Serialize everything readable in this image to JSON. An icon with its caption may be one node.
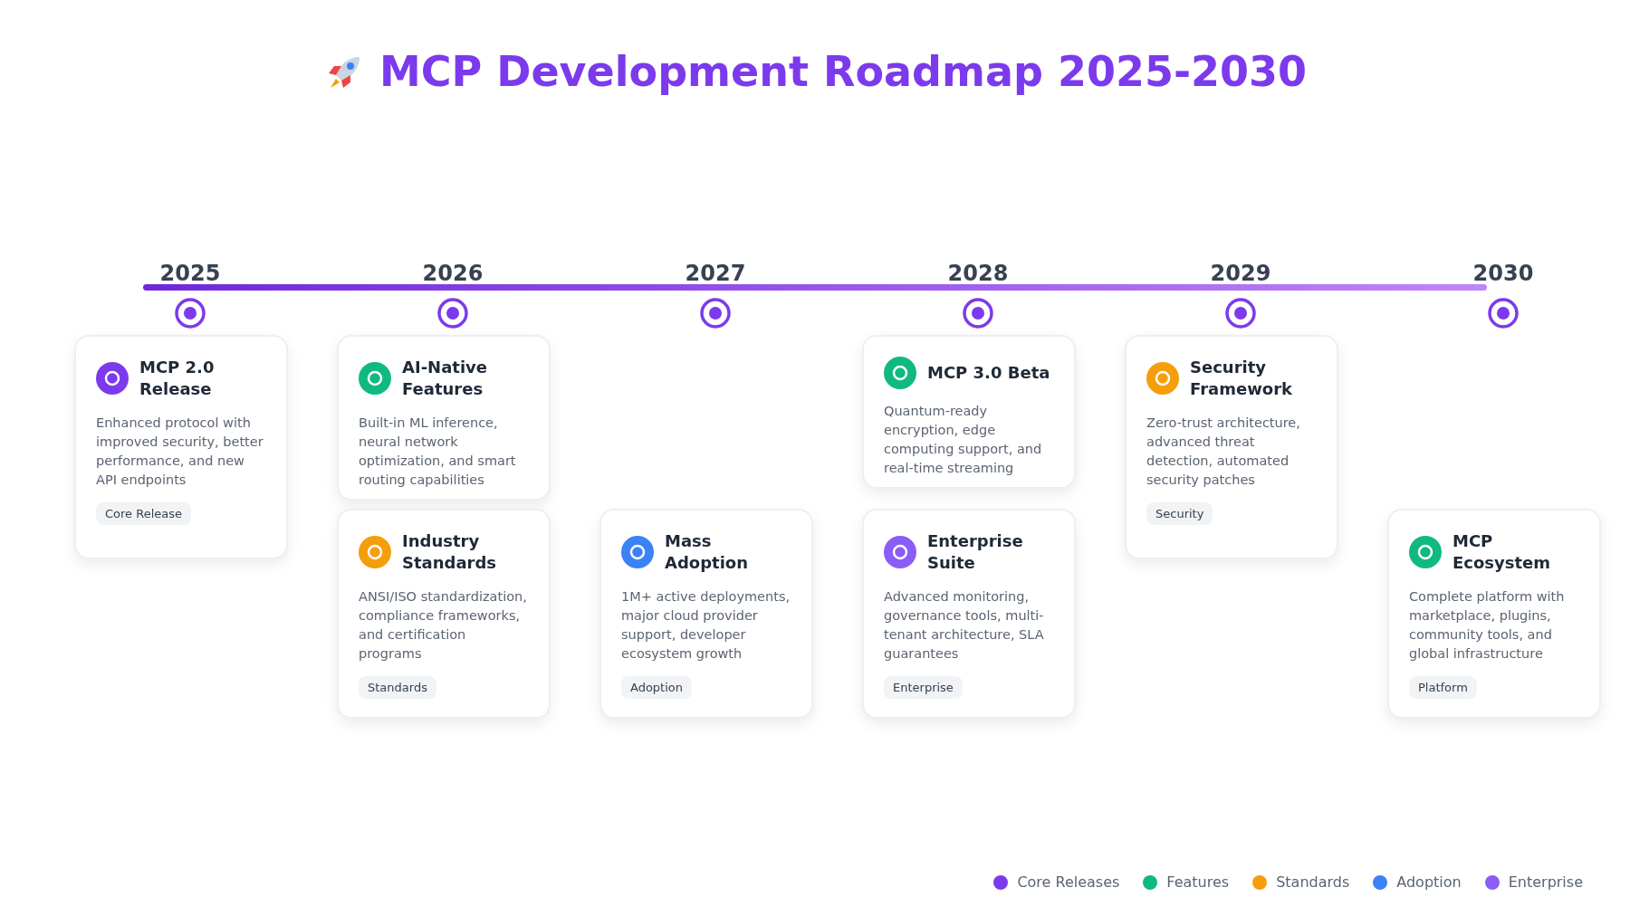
{
  "diagram": {
    "title": "MCP Development Roadmap 2025-2030",
    "nodes": [
      {
        "text": [
          "MCP 2.0 Release",
          "Enhanced protocol with improved security, better performance, and new API endpoints",
          "Core Release"
        ]
      },
      {
        "text": [
          "AI-Native Features",
          "Built-in ML inference, neural network optimization, and smart routing capabilities"
        ]
      },
      {
        "text": [
          "Industry Standards",
          "ANSI/ISO standardization, compliance frameworks, and certification programs",
          "Standards"
        ]
      },
      {
        "text": [
          "Mass Adoption",
          "1M+ active deployments, major cloud provider support, developer ecosystem growth",
          "Adoption"
        ]
      },
      {
        "text": [
          "MCP 3.0 Beta",
          "Quantum-ready encryption, edge computing support, and real-time streaming"
        ]
      },
      {
        "text": [
          "Enterprise Suite",
          "Advanced monitoring, governance tools, multi-tenant architecture, SLA guarantees",
          "Enterprise"
        ]
      },
      {
        "text": [
          "Security Framework",
          "Zero-trust architecture, advanced threat detection, automated security patches",
          "Security"
        ]
      },
      {
        "text": [
          "MCP Ecosystem",
          "Complete platform with marketplace, plugins, community tools, and global infrastructure",
          "Platform"
        ]
      }
    ],
    "labels": [
      "2025",
      "2026",
      "2027",
      "2028",
      "2029",
      "2030"
    ],
    "legend": [
      {
        "text": "Core Releases",
        "color": "#7c3aed"
      },
      {
        "text": "Features",
        "color": "#10b981"
      },
      {
        "text": "Standards",
        "color": "#f59e0b"
      },
      {
        "text": "Adoption",
        "color": "#3b82f6"
      },
      {
        "text": "Enterprise",
        "color": "#8b5cf6"
      }
    ]
  }
}
